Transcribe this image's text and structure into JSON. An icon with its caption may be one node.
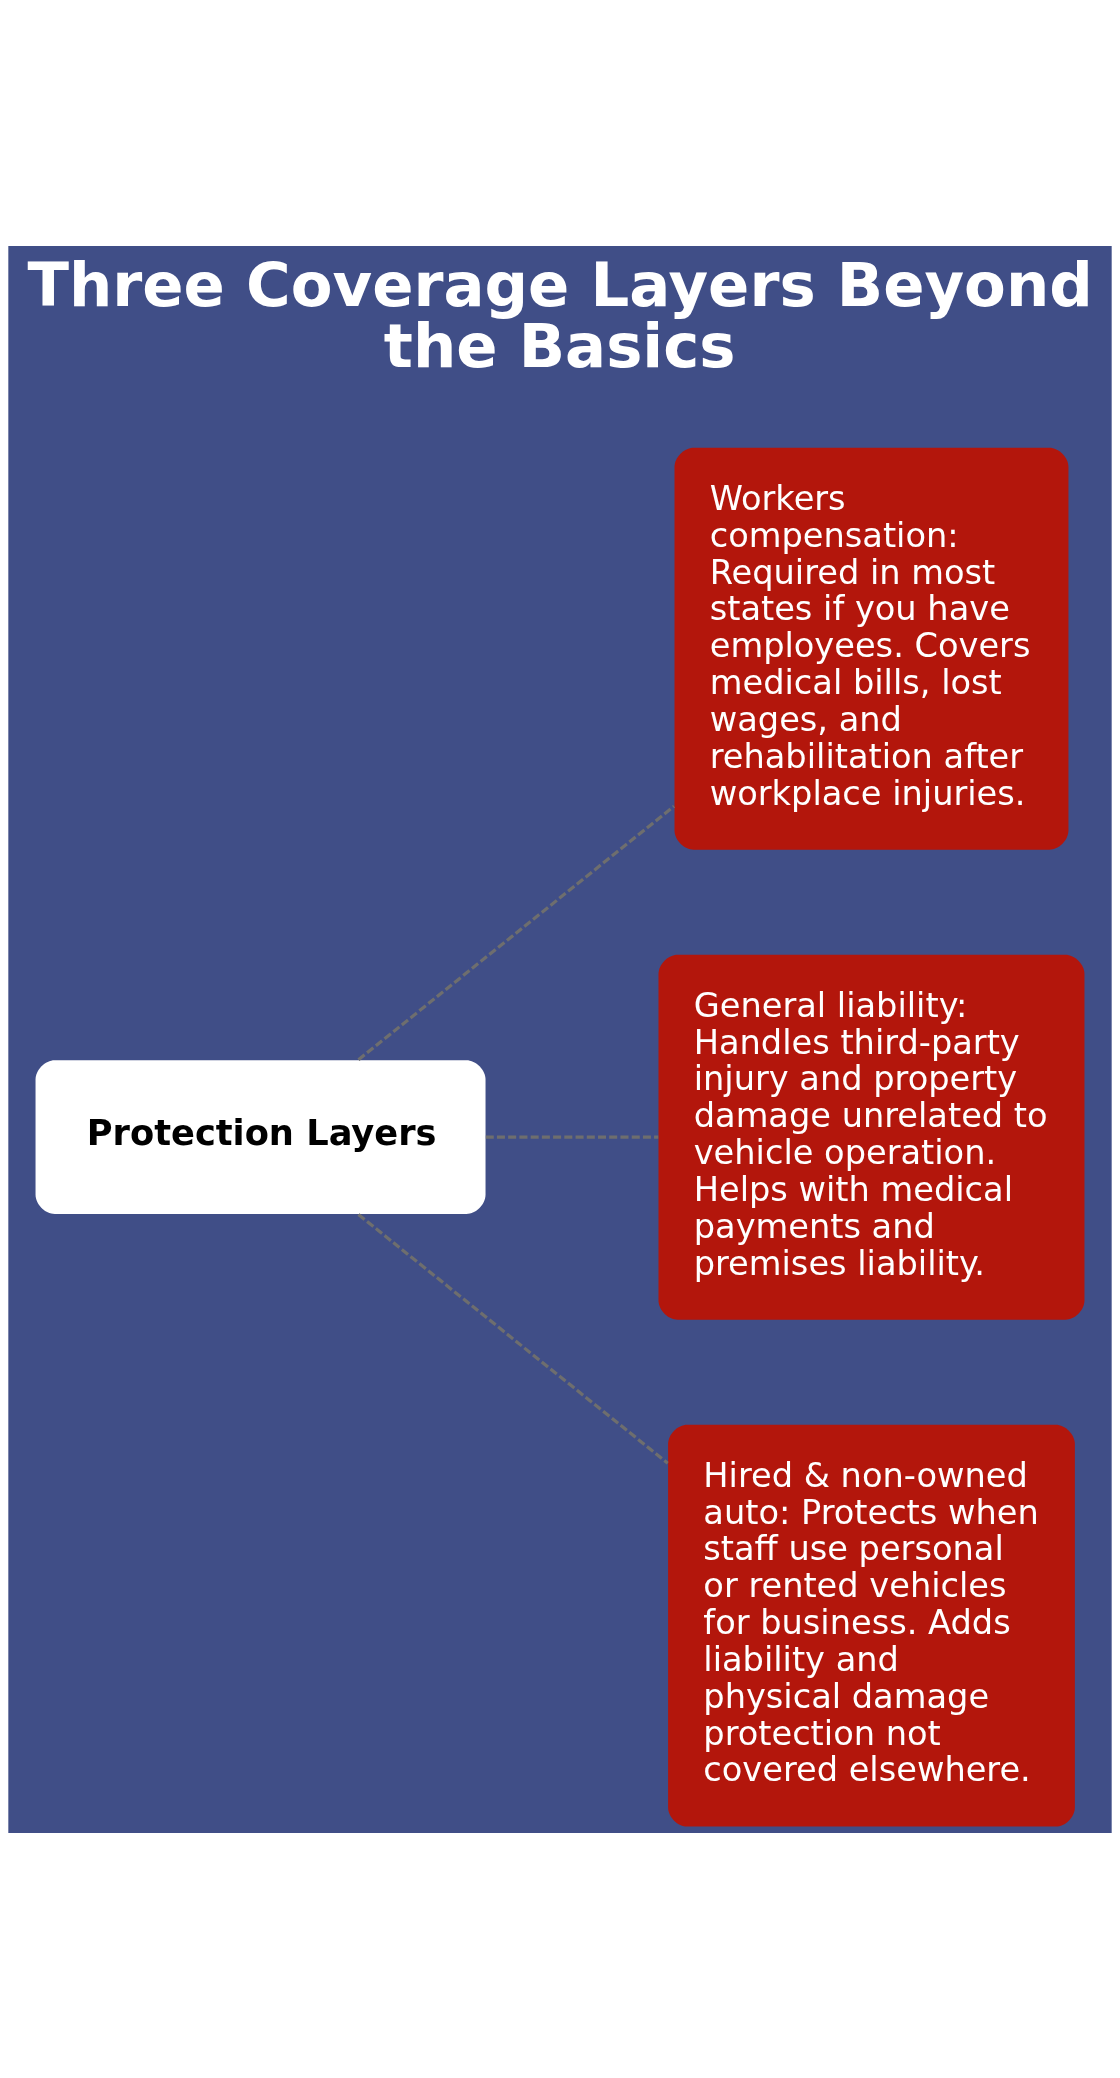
{
  "diagram": {
    "title": "Three Coverage Layers Beyond the Basics",
    "nodes": [
      {
        "text": [
          "Protection Layers"
        ]
      },
      {
        "text": [
          "Workers compensation: Required in most states if you have employees. Covers medical bills, lost wages, and rehabilitation after workplace injuries."
        ]
      },
      {
        "text": [
          "General liability: Handles third-party injury and property damage unrelated to vehicle operation. Helps with medical payments and premises liability."
        ]
      },
      {
        "text": [
          "Hired & non-owned auto: Protects when staff use personal or rented vehicles for business. Adds liability and physical damage protection not covered elsewhere."
        ]
      }
    ],
    "edges": [
      {
        "from": 0,
        "to": 1,
        "arrow": "none",
        "style": "dashed"
      },
      {
        "from": 0,
        "to": 2,
        "arrow": "none",
        "style": "dashed"
      },
      {
        "from": 0,
        "to": 3,
        "arrow": "none",
        "style": "dashed"
      }
    ]
  }
}
